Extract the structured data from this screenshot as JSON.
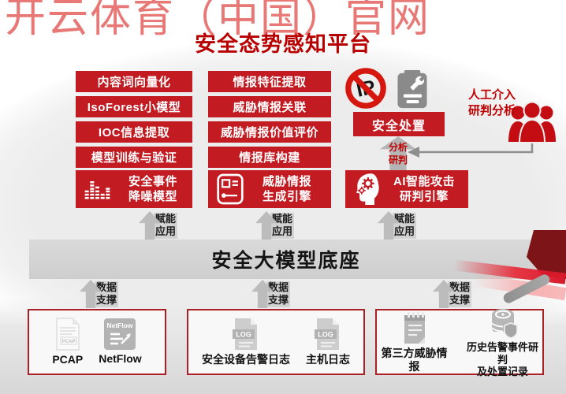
{
  "watermark": "开云体育（中国）官网",
  "title": "安全态势感知平台",
  "pipeline": {
    "left": [
      "内容词向量化",
      "IsoForest小模型",
      "IOC信息提取",
      "模型训练与验证"
    ],
    "middle": [
      "情报特征提取",
      "威胁情报关联",
      "威胁情报价值评价",
      "情报库构建"
    ]
  },
  "disposal": {
    "label": "安全处置",
    "ip_text": "IP"
  },
  "analysis_arrow": {
    "line1": "分析",
    "line2": "研判"
  },
  "manual_review": {
    "line1": "人工介入",
    "line2": "研判分析"
  },
  "engines": [
    {
      "line1": "安全事件",
      "line2": "降噪模型",
      "icon": "equalizer-icon"
    },
    {
      "line1": "威胁情报",
      "line2": "生成引擎",
      "icon": "report-list-icon"
    },
    {
      "line1": "AI智能攻击",
      "line2": "研判引擎",
      "icon": "ai-head-gears-icon"
    }
  ],
  "enable_label": {
    "line1": "赋能",
    "line2": "应用"
  },
  "support_label": {
    "line1": "数据",
    "line2": "支撑"
  },
  "foundation": {
    "label": "安全大模型底座"
  },
  "sources": {
    "box1": {
      "items": [
        {
          "label": "PCAP",
          "icon_text": "PCAP",
          "icon": "pcap-file-icon"
        },
        {
          "label": "NetFlow",
          "icon_text": "NetFlow",
          "icon": "netflow-icon"
        }
      ]
    },
    "box2": {
      "items": [
        {
          "label": "安全设备告警日志",
          "icon_text": "LOG",
          "icon": "log-file-icon"
        },
        {
          "label": "主机日志",
          "icon_text": "LOG",
          "icon": "log-file-icon"
        }
      ]
    },
    "box3": {
      "items": [
        {
          "label": "第三方威胁情报",
          "icon": "notepad-icon"
        },
        {
          "label_line1": "历史告警事件研判",
          "label_line2": "及处置记录",
          "icon": "database-shield-icon"
        }
      ]
    }
  },
  "colors": {
    "box_red": "#c21b22",
    "title_red": "#b80000",
    "border_red": "#ab2024",
    "people_red": "#c40d12",
    "bar_gray": "#d4d4d4"
  }
}
